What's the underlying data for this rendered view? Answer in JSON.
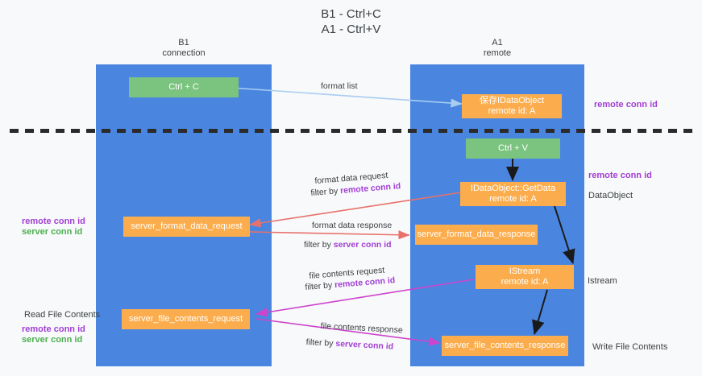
{
  "title": {
    "line1": "B1 - Ctrl+C",
    "line2": "A1 - Ctrl+V"
  },
  "columns": {
    "left": {
      "name": "B1",
      "role": "connection"
    },
    "right": {
      "name": "A1",
      "role": "remote"
    }
  },
  "boxes": {
    "ctrl_c": "Ctrl + C",
    "save_idataobject_line1": "保存IDataObject",
    "save_idataobject_line2": "remote id: A",
    "ctrl_v": "Ctrl + V",
    "getdata_line1": "IDataObject::GetData",
    "getdata_line2": "remote id: A",
    "server_format_data_request": "server_format_data_request",
    "server_format_data_response": "server_format_data_response",
    "istream_line1": "IStream",
    "istream_line2": "remote id: A",
    "server_file_contents_request": "server_file_contents_request",
    "server_file_contents_response": "server_file_contents_response"
  },
  "flows": {
    "format_list": "format list",
    "format_data_request": "format data request",
    "format_data_response": "format data response",
    "file_contents_request": "file contents request",
    "file_contents_response": "file contents response",
    "filter_by": "filter by",
    "remote_conn_id": "remote conn id",
    "server_conn_id": "server conn id"
  },
  "annotations": {
    "right_remote_conn_id_top": "remote conn id",
    "right_remote_conn_id_mid": "remote conn id",
    "right_dataobject": "DataObject",
    "right_istream": "Istream",
    "right_write_file_contents": "Write File Contents",
    "left_remote_conn_id": "remote conn id",
    "left_server_conn_id": "server conn id",
    "left_read_file_contents": "Read File Contents",
    "left_remote_conn_id_2": "remote conn id",
    "left_server_conn_id_2": "server conn id"
  },
  "colors": {
    "column_blue": "#4a86e0",
    "box_green": "#7bc47f",
    "box_orange": "#fbad4d",
    "arrow_lightblue": "#a8cdf0",
    "arrow_red": "#e8716b",
    "arrow_magenta": "#cc44cc",
    "arrow_black": "#1a1a1a",
    "text_purple": "#a13fd4",
    "text_green": "#4caf50"
  }
}
